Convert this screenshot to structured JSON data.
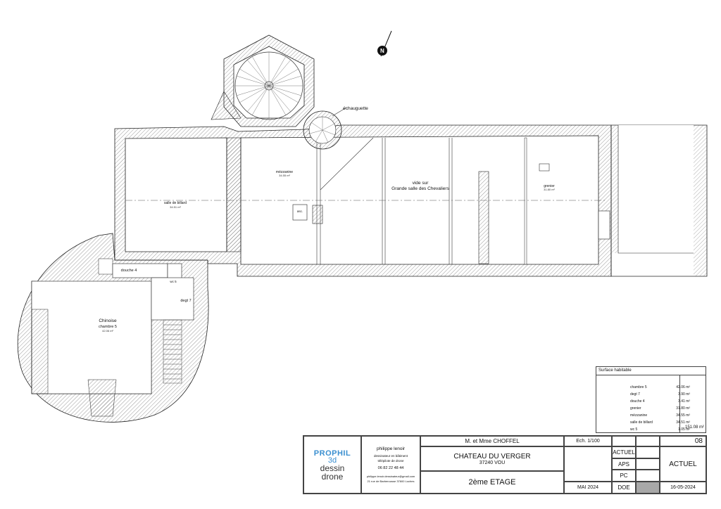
{
  "rooms": {
    "billard": {
      "name": "salle de billard",
      "area": "34.51 m²"
    },
    "mezzanine": {
      "name": "mézzanine",
      "area": "34.55 m²"
    },
    "vide": {
      "line1": "vide sur",
      "line2": "Grande salle des Chevaliers"
    },
    "grenier": {
      "name": "grenier",
      "area": "31.80 m²"
    },
    "chinoise": {
      "line1": "Chinoise",
      "line2": "chambre 5",
      "area": "42.06 m²"
    },
    "douche": {
      "name": "douche 4",
      "area": "3.41 m²"
    },
    "degt": {
      "name": "degt 7",
      "area": "3.90 m²"
    },
    "wc": {
      "name": "wc 5"
    },
    "echauguette": "échauguette",
    "asc": "asc."
  },
  "surface_table": {
    "title": "Surface habitable",
    "rows": [
      {
        "label": "chambre 5",
        "value": "42.06 m²"
      },
      {
        "label": "degt 7",
        "value": "3.90 m²"
      },
      {
        "label": "douche 4",
        "value": "3.41 m²"
      },
      {
        "label": "grenier",
        "value": "31.80 m²"
      },
      {
        "label": "mézzanine",
        "value": "34.55 m²"
      },
      {
        "label": "salle de billard",
        "value": "34.51 m²"
      },
      {
        "label": "wc 5",
        "value": "1.05 m²"
      }
    ],
    "total": "151.08 m²"
  },
  "cartouche": {
    "logo_top": "PROPHIL",
    "logo_mid": "3d",
    "logo_dessin": "dessin",
    "logo_drone": "drone",
    "author_name": "philippe lenoir",
    "author_role1": "dessinateur en bâtiment",
    "author_role2": "télépilote de drone",
    "phone": "06 82 22 48 44",
    "email": "philippe.lenoir.dessinateur@gmail.com",
    "address": "21 rue de Barberousse 37600 Loches",
    "client": "M. et Mme CHOFFEL",
    "project": "CHATEAU DU VERGER",
    "postcode": "37240 VOU",
    "level": "2ème ETAGE",
    "scale": "Ech. 1/100",
    "date": "MAI 2024",
    "phases": [
      "ACTUEL",
      "APS",
      "PC",
      "DOE"
    ],
    "sheet_number": "08",
    "status": "ACTUEL",
    "issue_date": "16-05-2024"
  },
  "north_label": "N",
  "colors": {
    "wall_hatch": "#555555",
    "logo_blue": "#3a8fd0",
    "doe_fill": "#a8a8a8"
  }
}
